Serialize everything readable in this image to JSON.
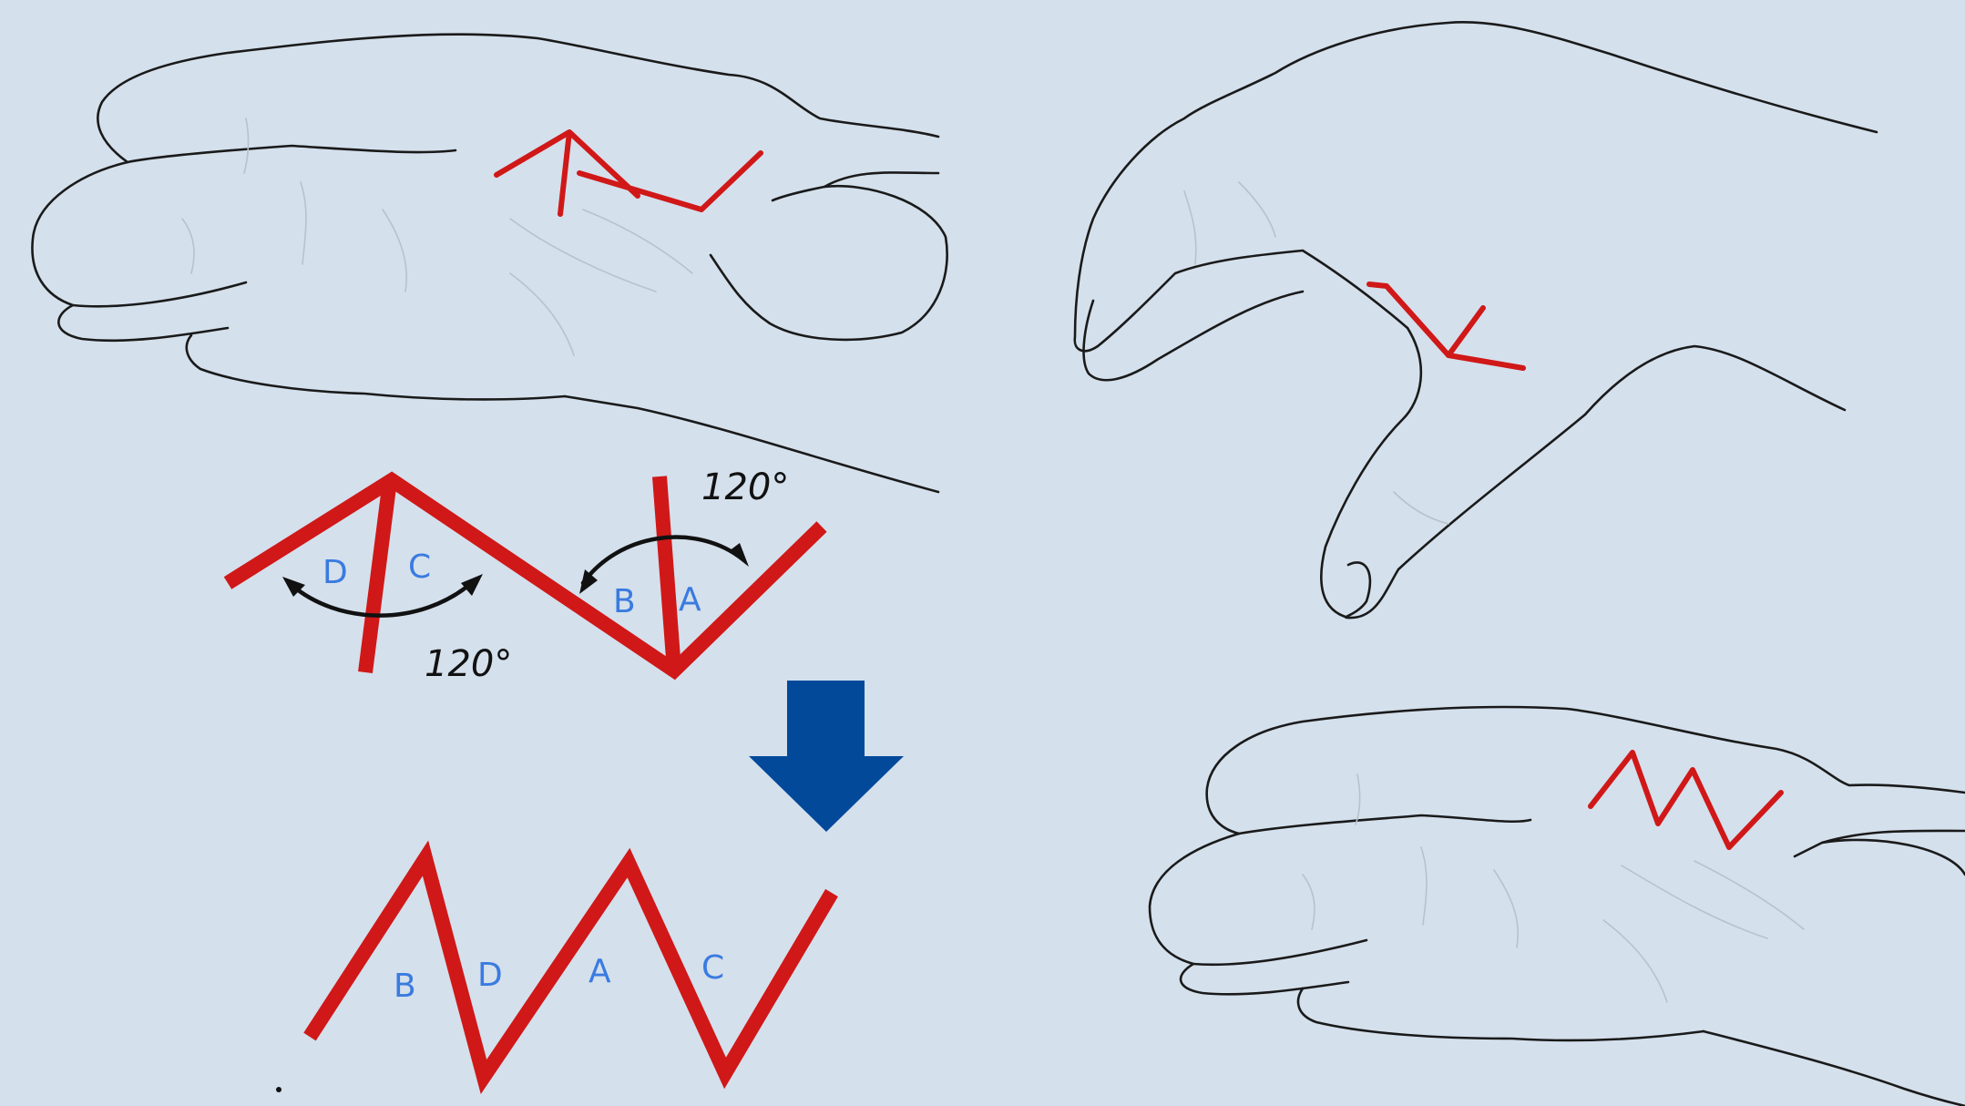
{
  "colors": {
    "background": "#d4e0ec",
    "incision": "#d01818",
    "flap_labels": "#3a7be0",
    "arrow": "#02499a",
    "outline": "#1a1a1a"
  },
  "transposition_labels": {
    "before": {
      "d": "D",
      "c": "C",
      "b": "B",
      "a": "A"
    },
    "after": {
      "b": "B",
      "d": "D",
      "a": "A",
      "c": "C"
    }
  },
  "angles": {
    "left": "120°",
    "right": "120°"
  },
  "icons": {
    "arrow": "down-arrow-icon"
  }
}
